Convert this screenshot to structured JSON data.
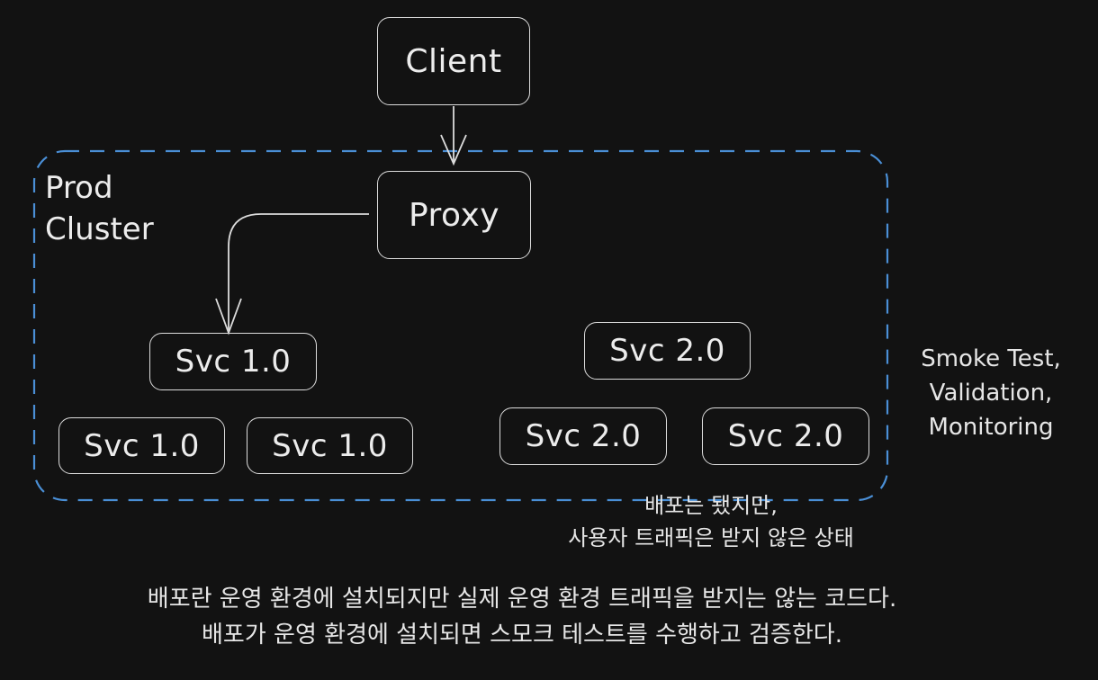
{
  "cluster": {
    "label": "Prod\nCluster",
    "border_color": "#4a8fd6"
  },
  "nodes": {
    "client": "Client",
    "proxy": "Proxy",
    "svc_v1_top": "Svc 1.0",
    "svc_v1_bottom_left": "Svc 1.0",
    "svc_v1_bottom_right": "Svc 1.0",
    "svc_v2_top": "Svc 2.0",
    "svc_v2_bottom_left": "Svc 2.0",
    "svc_v2_bottom_right": "Svc 2.0"
  },
  "notes": {
    "smoke_test": "Smoke Test,\nValidation,\nMonitoring",
    "deploy_state": "배포는 됐지만,\n사용자 트래픽은 받지 않은 상태"
  },
  "caption": "배포란 운영 환경에 설치되지만 실제 운영 환경 트래픽을 받지는 않는 코드다.\n배포가 운영 환경에 설치되면 스모크 테스트를 수행하고 검증한다.",
  "colors": {
    "background": "#121212",
    "stroke": "#dcdcdc",
    "cluster": "#4a8fd6"
  }
}
